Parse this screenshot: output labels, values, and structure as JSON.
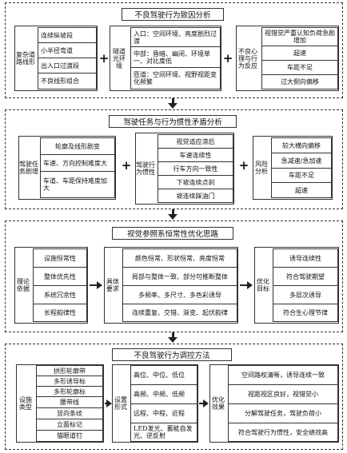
{
  "sections": [
    {
      "title": "不良驾驶行为致因分析",
      "groups": [
        {
          "label": "复杂道路线形",
          "items": [
            "连续纵坡段",
            "小半径弯道",
            "出入口过渡段",
            "不良线形组合"
          ]
        },
        {
          "label": "隧道光环境",
          "items": [
            "入口：空间环境、亮度剧烈过渡",
            "中部：昏暗、幽闭、环境单一、对比度低",
            "匝道：空间环境、视野视距变化频繁"
          ]
        },
        {
          "label": "不良心理与行为反应",
          "items": [
            "视错觉严重认知负荷急剧增加",
            "超速",
            "车距不足",
            "过大侧向偏移"
          ]
        }
      ]
    },
    {
      "title": "驾驶任务与行为惯性矛盾分析",
      "groups": [
        {
          "label": "驾驶任务剧增",
          "items": [
            "轮廓及线形剧变",
            "车速、方向控制难度大",
            "车道、车距保持难度加大"
          ]
        },
        {
          "label": "驾驶行为惯性",
          "items": [
            "视觉适应滞后",
            "车速连续性",
            "行车方向一致性",
            "下坡连续点刹",
            "坡连续踩油门"
          ]
        },
        {
          "label": "风险分析",
          "items": [
            "较大横向偏移",
            "急减速/急加速",
            "车距不足",
            "超速"
          ]
        }
      ]
    },
    {
      "title": "视觉参照系恒常性优化思路",
      "groups": [
        {
          "label": "理论依据",
          "items": [
            "设施恒常性",
            "整体优先性",
            "系统冗余性",
            "长程韵律性"
          ]
        },
        {
          "label": "具体要求",
          "items": [
            "颜色恒常、形状恒常、亮度恒常",
            "局部与整体一致、部分可推断整体",
            "多频率、多尺寸、多色彩诱导",
            "连续重复、交错、渐变、起伏韵律"
          ]
        },
        {
          "label": "优化目标",
          "items": [
            "诱导连续性",
            "符合驾驶期望",
            "多层次诱导",
            "符合生心理节律"
          ]
        }
      ]
    },
    {
      "title": "不良驾驶行为调控方法",
      "groups": [
        {
          "label": "设施类型",
          "items": [
            "拱形轮廓带",
            "多形诱导标",
            "多形轮廓标",
            "腰带线",
            "竖向条纹",
            "立面标记",
            "猫眼道钉"
          ]
        },
        {
          "label": "设置形式",
          "items": [
            "高位、中位、低位",
            "高频、中频、低频",
            "远程、中程、近程",
            "LED发光、蓄能自发光、逆反射"
          ]
        },
        {
          "label": "优化效果",
          "items": [
            "空间路权清晰，诱导连续一致",
            "视距视区良好，视错觉小",
            "分解驾驶任务，驾驶负荷小",
            "符合驾驶行为惯性，安全绩效高"
          ]
        }
      ]
    }
  ],
  "connector_symbols": {
    "plus": "+",
    "arrow": "down-arrow",
    "right_arrow": "right-arrow"
  }
}
